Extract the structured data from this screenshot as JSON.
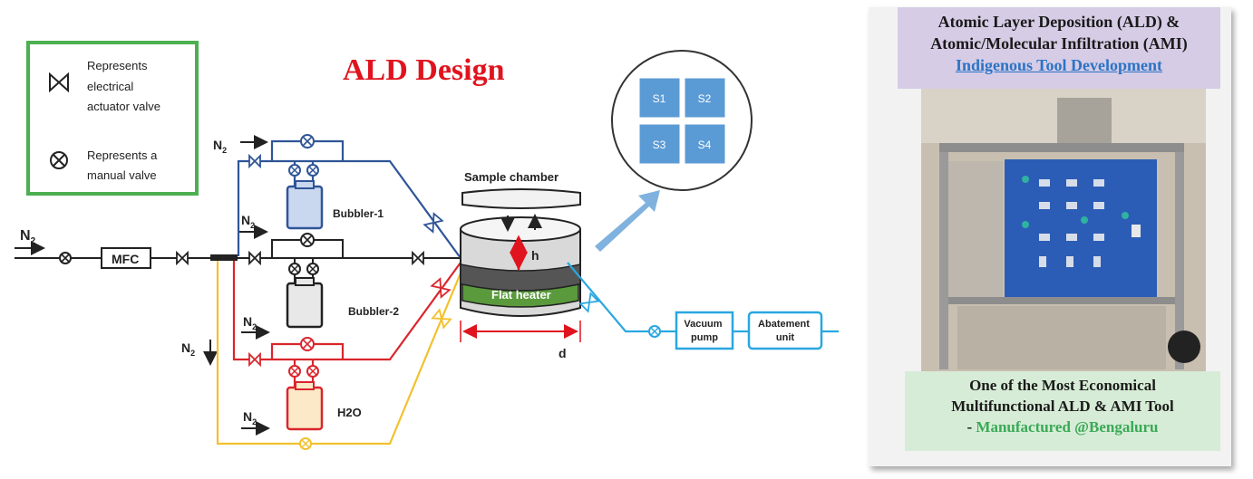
{
  "title": "ALD Design",
  "legend": {
    "actuator_valve": [
      "Represents",
      "electrical",
      "actuator valve"
    ],
    "manual_valve": [
      "Represents a",
      "manual valve"
    ]
  },
  "gas_label": "N",
  "gas_subscript": "2",
  "components": {
    "mfc": "MFC",
    "bubbler1": "Bubbler-1",
    "bubbler2": "Bubbler-2",
    "h2o": "H2O",
    "sample_chamber": "Sample chamber",
    "flat_heater": "Flat heater",
    "h": "h",
    "d": "d",
    "vacuum_pump": [
      "Vacuum",
      "pump"
    ],
    "abatement_unit": [
      "Abatement",
      "unit"
    ]
  },
  "samples": [
    "S1",
    "S2",
    "S3",
    "S4"
  ],
  "panel": {
    "heading_line1": "Atomic Layer Deposition (ALD) &",
    "heading_line2": "Atomic/Molecular Infiltration (AMI)",
    "heading_link": "Indigenous Tool Development",
    "footer_line1": "One of the Most Economical",
    "footer_line2": "Multifunctional ALD & AMI Tool",
    "footer_prefix": "- ",
    "footer_highlight": "Manufactured @Bengaluru"
  },
  "colors": {
    "title_red": "#e0141e",
    "line_blue": "#2f5597",
    "line_red": "#d9262d",
    "line_yellow": "#f2c12e",
    "line_cyan": "#2aa7e0",
    "legend_border": "#4caf50",
    "sample_tile": "#5b9bd5",
    "heater_green": "#5a9a3c"
  }
}
